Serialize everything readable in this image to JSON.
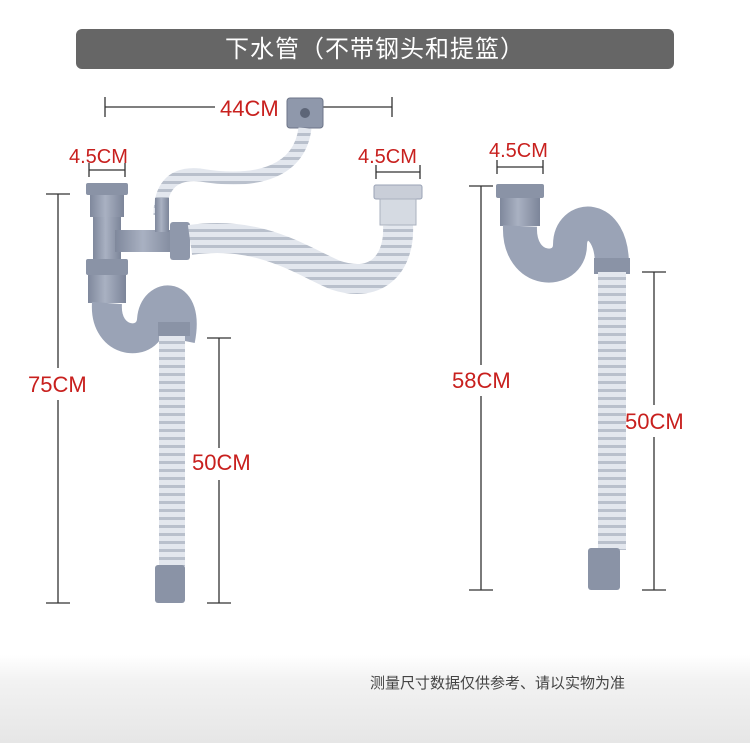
{
  "title": "下水管（不带钢头和提篮）",
  "dimensions": {
    "left_width": "44CM",
    "left_inlet_a": "4.5CM",
    "left_inlet_b": "4.5CM",
    "left_total_height": "75CM",
    "left_hose_length": "50CM",
    "right_inlet": "4.5CM",
    "right_total_height": "58CM",
    "right_hose_length": "50CM"
  },
  "note": "测量尺寸数据仅供参考、请以实物为准",
  "colors": {
    "title_bar": "#666666",
    "dimension_text": "#c8201e",
    "pipe": "#9aa3b6",
    "hose": "#dde2ea"
  }
}
